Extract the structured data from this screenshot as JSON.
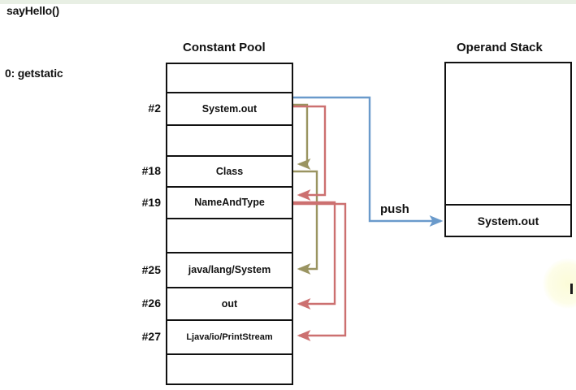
{
  "header": {
    "method_label": "sayHello()",
    "instruction_label": "0: getstatic"
  },
  "constant_pool": {
    "title": "Constant Pool",
    "rows": [
      {
        "index": "",
        "value": ""
      },
      {
        "index": "#2",
        "value": "System.out"
      },
      {
        "index": "",
        "value": ""
      },
      {
        "index": "#18",
        "value": "Class"
      },
      {
        "index": "#19",
        "value": "NameAndType"
      },
      {
        "index": "",
        "value": ""
      },
      {
        "index": "#25",
        "value": "java/lang/System"
      },
      {
        "index": "#26",
        "value": "out"
      },
      {
        "index": "#27",
        "value": "Ljava/io/PrintStream"
      },
      {
        "index": "",
        "value": ""
      }
    ]
  },
  "operand_stack": {
    "title": "Operand Stack",
    "top_value": "System.out"
  },
  "arrows": {
    "push_label": "push",
    "push_color": "#6699cc",
    "resolve_color": "#9a9461",
    "reference_color": "#cc7070"
  }
}
